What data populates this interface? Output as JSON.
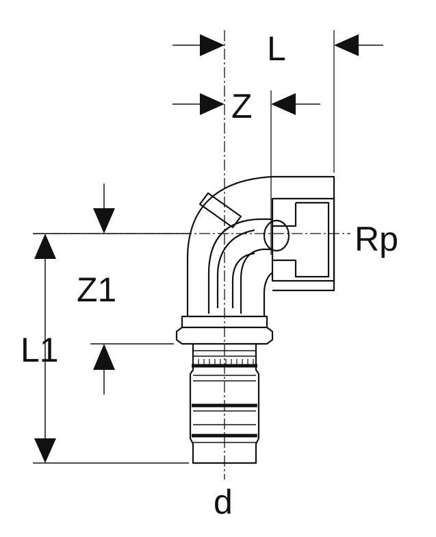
{
  "labels": {
    "L": "L",
    "Z": "Z",
    "Rp": "Rp",
    "Z1": "Z1",
    "L1": "L1",
    "d": "d"
  },
  "colors": {
    "ink": "#111111",
    "background": "#ffffff"
  }
}
